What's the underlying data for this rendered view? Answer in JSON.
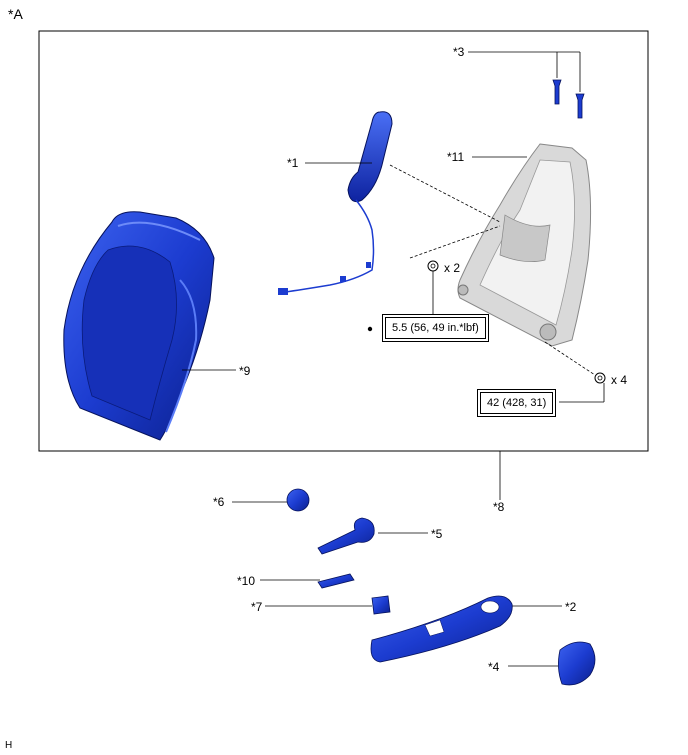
{
  "figure_label": "*A",
  "footer_mark": "H",
  "callouts": {
    "c1": "*1",
    "c2": "*2",
    "c3": "*3",
    "c4": "*4",
    "c5": "*5",
    "c6": "*6",
    "c7": "*7",
    "c8": "*8",
    "c9": "*9",
    "c10": "*10",
    "c11": "*11"
  },
  "quantities": {
    "nut": "x 2",
    "bolt": "x 4"
  },
  "torque": {
    "nut": "5.5 (56, 49 in.*lbf)",
    "bolt": "42 (428, 31)"
  },
  "colors": {
    "part_blue": "#1e3fd0",
    "frame_gray": "#cfcfcf"
  }
}
